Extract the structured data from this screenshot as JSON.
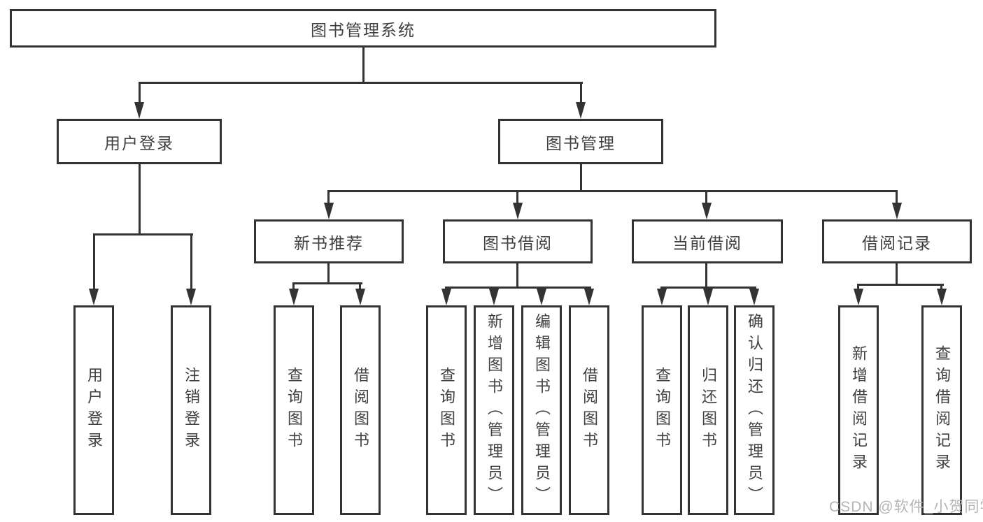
{
  "tree": {
    "label": "图书管理系统",
    "children": [
      {
        "label": "用户登录",
        "children": [
          {
            "label": "用户登录"
          },
          {
            "label": "注销登录"
          }
        ]
      },
      {
        "label": "图书管理",
        "children": [
          {
            "label": "新书推荐",
            "children": [
              {
                "label": "查询图书"
              },
              {
                "label": "借阅图书"
              }
            ]
          },
          {
            "label": "图书借阅",
            "children": [
              {
                "label": "查询图书"
              },
              {
                "label": "新增图书（管理员）"
              },
              {
                "label": "编辑图书（管理员）"
              },
              {
                "label": "借阅图书"
              }
            ]
          },
          {
            "label": "当前借阅",
            "children": [
              {
                "label": "查询图书"
              },
              {
                "label": "归还图书"
              },
              {
                "label": "确认归还（管理员）"
              }
            ]
          },
          {
            "label": "借阅记录",
            "children": [
              {
                "label": "新增借阅记录"
              },
              {
                "label": "查询借阅记录"
              }
            ]
          }
        ]
      }
    ]
  },
  "watermark": {
    "text": "CSDN @软件_小贺同学"
  },
  "colors": {
    "line": "#333333",
    "text": "#404040",
    "watermark": "#b5b5b5"
  }
}
